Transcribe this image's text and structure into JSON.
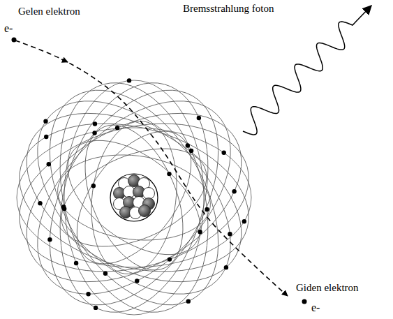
{
  "diagram": {
    "labels": [
      "Bremsstrahlung foton",
      "Gelen elektron",
      "e-",
      "Giden elektron",
      "e-"
    ]
  }
}
